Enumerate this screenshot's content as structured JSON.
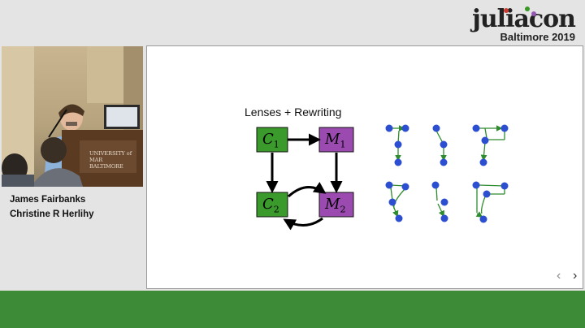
{
  "logo": {
    "word": "juliacon",
    "subtitle": "Baltimore 2019"
  },
  "speakers": [
    "James Fairbanks",
    "Christine R Herlihy"
  ],
  "video": {
    "podium_sign_line1": "UNIVERSITY of MAR",
    "podium_sign_line2": "BALTIMORE"
  },
  "slide": {
    "title": "Lenses + Rewriting",
    "nodes": {
      "c1": {
        "letter": "C",
        "sub": "1"
      },
      "m1": {
        "letter": "M",
        "sub": "1"
      },
      "c2": {
        "letter": "C",
        "sub": "2"
      },
      "m2": {
        "letter": "M",
        "sub": "2"
      }
    }
  },
  "nav": {
    "prev": "‹",
    "next": "›"
  },
  "colors": {
    "green_box": "#3a9a2c",
    "purple_box": "#9b4bb0",
    "graph_node": "#2c4fd1",
    "bottom_bar": "#3d8b37"
  }
}
